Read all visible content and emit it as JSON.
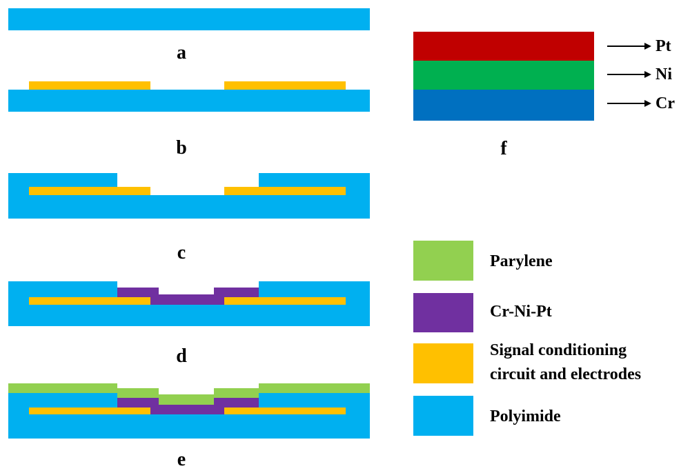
{
  "steps": [
    {
      "label": "a"
    },
    {
      "label": "b"
    },
    {
      "label": "c"
    },
    {
      "label": "d"
    },
    {
      "label": "e"
    }
  ],
  "layer_stack": {
    "label": "f",
    "layers": [
      {
        "name": "Pt",
        "color": "#c00000"
      },
      {
        "name": "Ni",
        "color": "#00b050"
      },
      {
        "name": "Cr",
        "color": "#0070c0"
      }
    ]
  },
  "legend": [
    {
      "name": "Parylene",
      "color": "#92d050"
    },
    {
      "name": "Cr-Ni-Pt",
      "color": "#7030a0"
    },
    {
      "name": "Signal conditioning circuit and electrodes",
      "line1": "Signal conditioning",
      "line2": "circuit and electrodes",
      "color": "#ffc000"
    },
    {
      "name": "Polyimide",
      "color": "#00b0f0"
    }
  ]
}
